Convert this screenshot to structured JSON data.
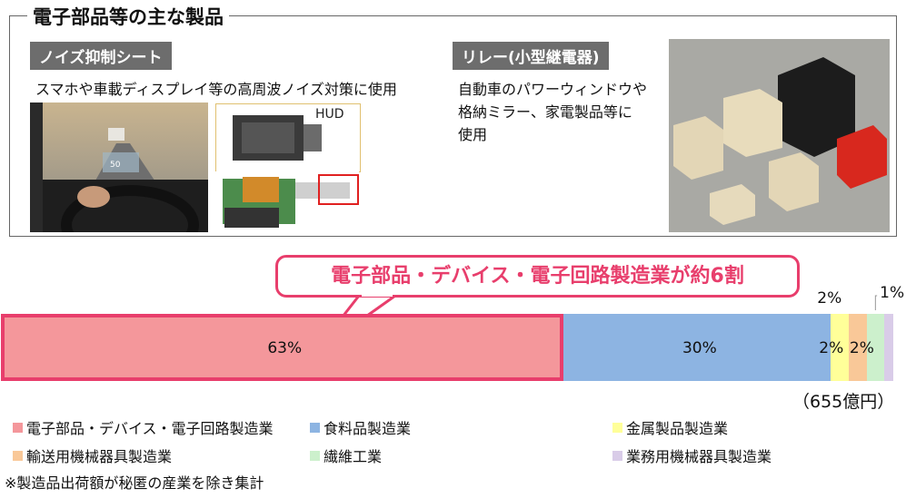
{
  "panel": {
    "title": "電子部品等の主な製品",
    "left": {
      "tag": "ノイズ抑制シート",
      "description": "スマホや車載ディスプレイ等の高周波ノイズ対策に使用",
      "hud_label": "HUD"
    },
    "right": {
      "tag": "リレー(小型継電器)",
      "description_lines": [
        "自動車のパワーウィンドウや",
        "格納ミラー、家電製品等に",
        "使用"
      ]
    }
  },
  "callout": "電子部品・デバイス・電子回路製造業が約6割",
  "chart_data": {
    "type": "bar",
    "orientation": "horizontal-stacked",
    "series": [
      {
        "name": "電子部品・デバイス・電子回路製造業",
        "value": 63,
        "label": "63%",
        "color": "#f4979b"
      },
      {
        "name": "食料品製造業",
        "value": 30,
        "label": "30%",
        "color": "#8db4e2"
      },
      {
        "name": "金属製品製造業",
        "value": 2,
        "label": "2%",
        "color": "#ffff99"
      },
      {
        "name": "輸送用機械器具製造業",
        "value": 2,
        "label": "2%",
        "color": "#f9c898"
      },
      {
        "name": "繊維工業",
        "value": 2,
        "label": "2%",
        "color": "#ccf0cc"
      },
      {
        "name": "業務用機械器具製造業",
        "value": 1,
        "label": "1%",
        "color": "#d9cce8"
      }
    ],
    "total": "（655億円）",
    "highlight_color": "#e83e6c"
  },
  "note": "※製造品出荷額が秘匿の産業を除き集計"
}
